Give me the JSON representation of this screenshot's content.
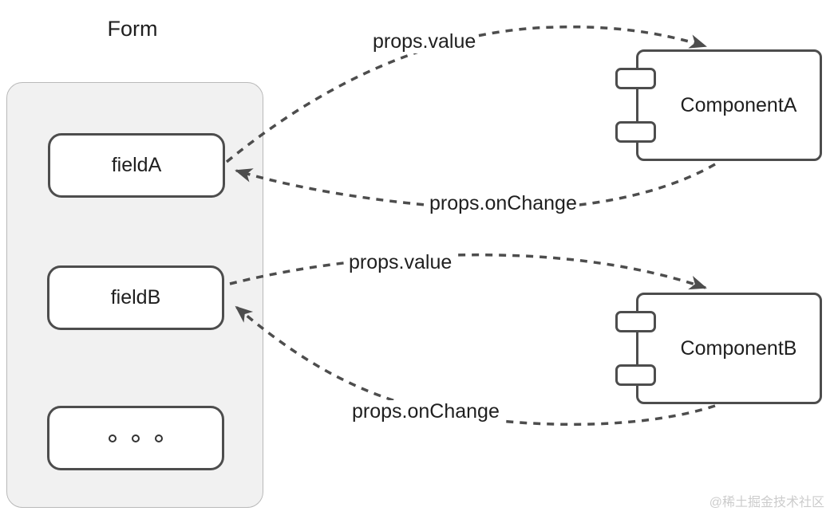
{
  "form": {
    "title": "Form",
    "fields": [
      {
        "label": "fieldA",
        "type": "text"
      },
      {
        "label": "fieldB",
        "type": "text"
      },
      {
        "label": "...",
        "type": "dots"
      }
    ]
  },
  "components": [
    {
      "label": "ComponentA"
    },
    {
      "label": "ComponentB"
    }
  ],
  "arrows": [
    {
      "label": "props.value",
      "from": "fieldA",
      "to": "ComponentA"
    },
    {
      "label": "props.onChange",
      "from": "ComponentA",
      "to": "fieldA"
    },
    {
      "label": "props.value",
      "from": "fieldB",
      "to": "ComponentB"
    },
    {
      "label": "props.onChange",
      "from": "ComponentB",
      "to": "fieldB"
    }
  ],
  "watermark": "@稀土掘金技术社区",
  "colors": {
    "stroke": "#4d4d4d",
    "form_fill": "#f1f1f1",
    "form_border": "#b9b9b9",
    "text": "#1f1f1f",
    "watermark": "#cccccc"
  }
}
